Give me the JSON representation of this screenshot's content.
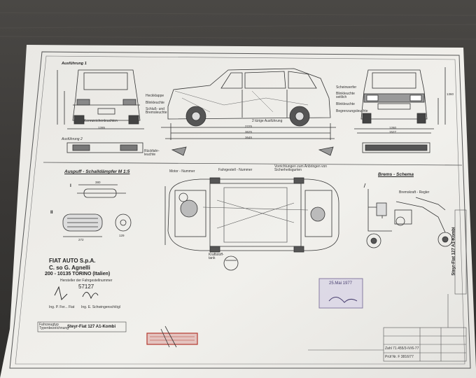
{
  "views": {
    "rear_label": "Ausführung 1",
    "side_label": "2 türige Ausführung",
    "dims_bottom": [
      "2225",
      "3625",
      "3645"
    ],
    "front_width": "1280",
    "front_width2": "1527",
    "rear_width": "1285",
    "height_right": "1360",
    "rear_label2": "Ausführung 2"
  },
  "rear_callouts": [
    "Heckklappe",
    "Blinkleuchte",
    "Schluß- und Bremsleuchte",
    "Kennzeichenleuchten"
  ],
  "front_callouts": [
    "Scheinwerfer",
    "Blinkleuchte seitlich",
    "Blinkleuchte",
    "Begrenzungsleuchte"
  ],
  "bumper_note": "Rückfahr- leuchte",
  "sections": {
    "exhaust": "Auspuff - Schalldämpfer  M 1:5",
    "motor": "Motor - Nummer",
    "chassis_no": "Fahrgestell - Nummer",
    "belts": "Vorrichtungen zum Anbringen von Sicherheitsgurten",
    "brake": "Brems - Schema",
    "regulator": "Bremskraft - Regler",
    "fuel": "Kraftstoff- tank",
    "exhaust_dims": [
      "380",
      "272",
      "129"
    ],
    "roman": [
      "I",
      "II"
    ]
  },
  "maker": {
    "line1": "FIAT AUTO S.p.A.",
    "line2": "C. so G. Agnelli",
    "line3": "200 - 10135 TORINO (Italien)",
    "note": "Hersteller der Fahrgestellnummer",
    "code": "57127",
    "sig_left": "Ing. P. Fer... Fiat",
    "sig_right": "Ing. E. Schwingenschlögl"
  },
  "type_box": {
    "label": "Fahrzeugtyp Typenbezeichnung:",
    "value": "Steyr-Fiat 127 A1-Kombi"
  },
  "stamp_date": "25.Mai 1977",
  "title_block": {
    "zahl": "Zahl 71.455/3-IV/6-77",
    "pruf": "Prüf Nr. F 3816/77",
    "vertical": "Steyr-Fiat 127 A1-Kombi"
  }
}
